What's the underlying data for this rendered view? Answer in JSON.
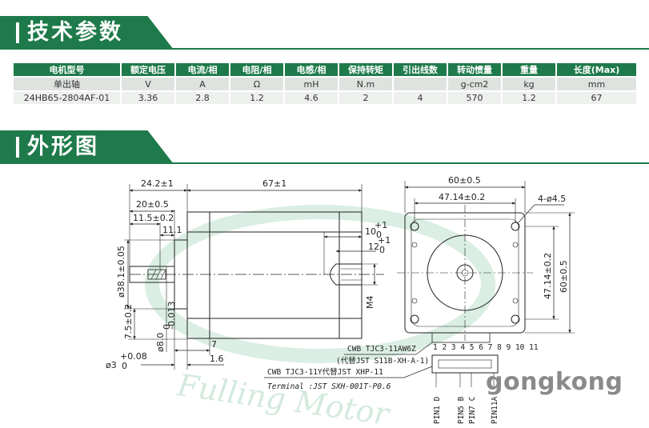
{
  "section1": {
    "title": "技术参数"
  },
  "section2": {
    "title": "外形图"
  },
  "params_table": {
    "headers": [
      "电机型号",
      "额定电压",
      "电流/相",
      "电阻/相",
      "电感/相",
      "保持转矩",
      "引出线数",
      "转动惯量",
      "重量",
      "长度(Max)"
    ],
    "units": [
      "单出轴",
      "V",
      "A",
      "Ω",
      "mH",
      "N.m",
      "",
      "g-cm2",
      "kg",
      "mm"
    ],
    "row": [
      "24HB65-2804AF-01",
      "3.36",
      "2.8",
      "1.2",
      "4.6",
      "2",
      "4",
      "570",
      "1.2",
      "67"
    ]
  },
  "drawing": {
    "dim_24_2": "24.2±1",
    "dim_67": "67±1",
    "dim_20": "20±0.5",
    "dim_11_5": "11.5±0.2",
    "dim_11_1": "11.1",
    "dim_10": "10",
    "dim_10_tol": "+1",
    "dim_10_tol0": "0",
    "dim_12": "12",
    "dim_12_tol": "+1",
    "dim_12_tol0": "0",
    "dim_38": "ø38.1±0.05",
    "dim_7_5": "7.5±0.2",
    "dim_8": "ø8.0",
    "dim_8_tol": "0",
    "dim_8_tol2": "-0.013",
    "dim_3": "ø3",
    "dim_3_tol": "+0.08",
    "dim_3_tol0": "0",
    "dim_7": "7",
    "dim_1_6": "1.6",
    "dim_m4": "M4",
    "dim_60_top": "60±0.5",
    "dim_47_top": "47.14±0.2",
    "dim_hole": "4-ø4.5",
    "dim_47_side": "47.14±0.2",
    "dim_60_side": "60±0.5",
    "conn_1": "CWB TJC3-11AW6Z",
    "conn_2": "(代替JST S11B-XH-A-1)",
    "conn_3": "CWB TJC3-11Y代替JST XHP-11",
    "conn_4": "Terminal :JST SXH-001T-P0.6",
    "pin_numbers": "1 2 3 4 5 6 7 8 9 10 11",
    "pin_1": "PIN1 D",
    "pin_5": "PIN5 B",
    "pin_7": "PIN7 C",
    "pin_11": "PIN11A",
    "watermark_script": "Fulling Motor"
  },
  "brand_watermark": "gongkong"
}
